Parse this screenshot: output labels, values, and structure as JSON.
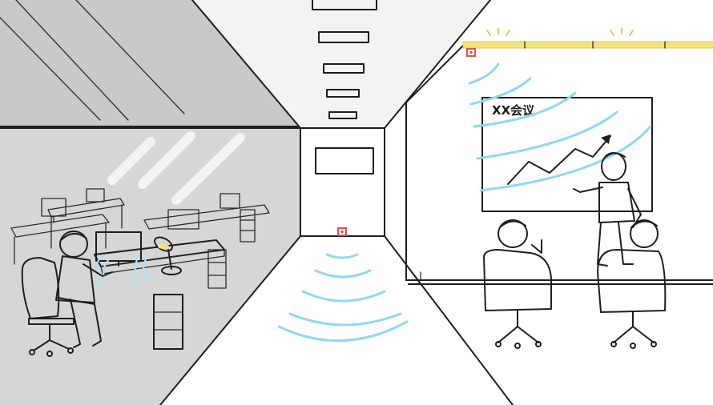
{
  "scene": {
    "whiteboard": {
      "title": "XX会议",
      "trend": "rising"
    },
    "sensors": [
      {
        "name": "ceiling-sensor-meeting-room",
        "icon": "presence-sensor-icon"
      },
      {
        "name": "ceiling-sensor-corridor",
        "icon": "presence-sensor-icon"
      },
      {
        "name": "desk-sensor-office",
        "icon": "desk-lamp-sensor-icon"
      }
    ],
    "colors": {
      "signal_wave": "#8fd9f2",
      "sensor_marker": "#e05050",
      "ceiling_light": "#f2e27a",
      "glass_partition": "#cfcfcf",
      "ink": "#1e1e1e"
    }
  }
}
